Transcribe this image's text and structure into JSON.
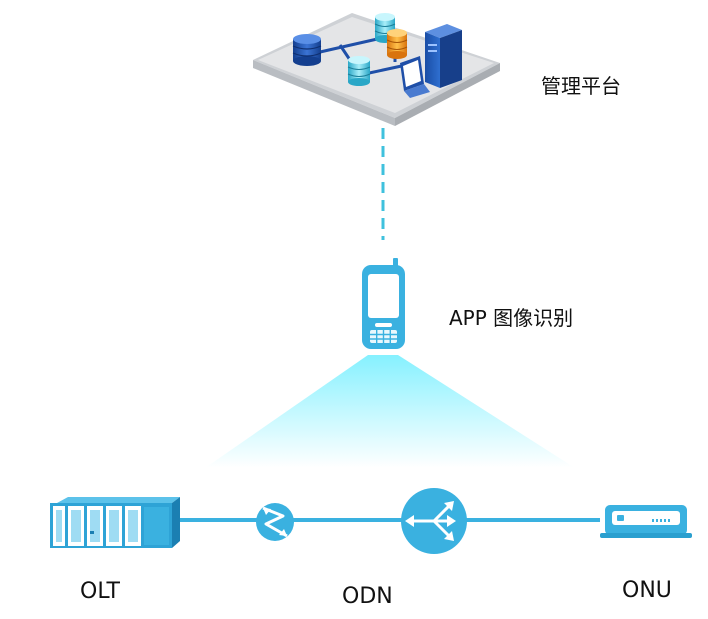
{
  "labels": {
    "platform": "管理平台",
    "app": "APP 图像识别",
    "olt": "OLT",
    "odn": "ODN",
    "onu": "ONU"
  },
  "colors": {
    "device_blue": "#3ab1e0",
    "dash_cyan": "#3fc1dd",
    "beam_cyan": "#7ff0ff",
    "platform_gray": "#e4e5e7",
    "server_navy": "#1f4fa8"
  },
  "icons": {
    "platform": "server-platform-icon",
    "app": "mobile-phone-icon",
    "olt": "olt-rack-icon",
    "splitter": "optical-splitter-icon",
    "odn": "odn-router-icon",
    "onu": "onu-modem-icon"
  }
}
